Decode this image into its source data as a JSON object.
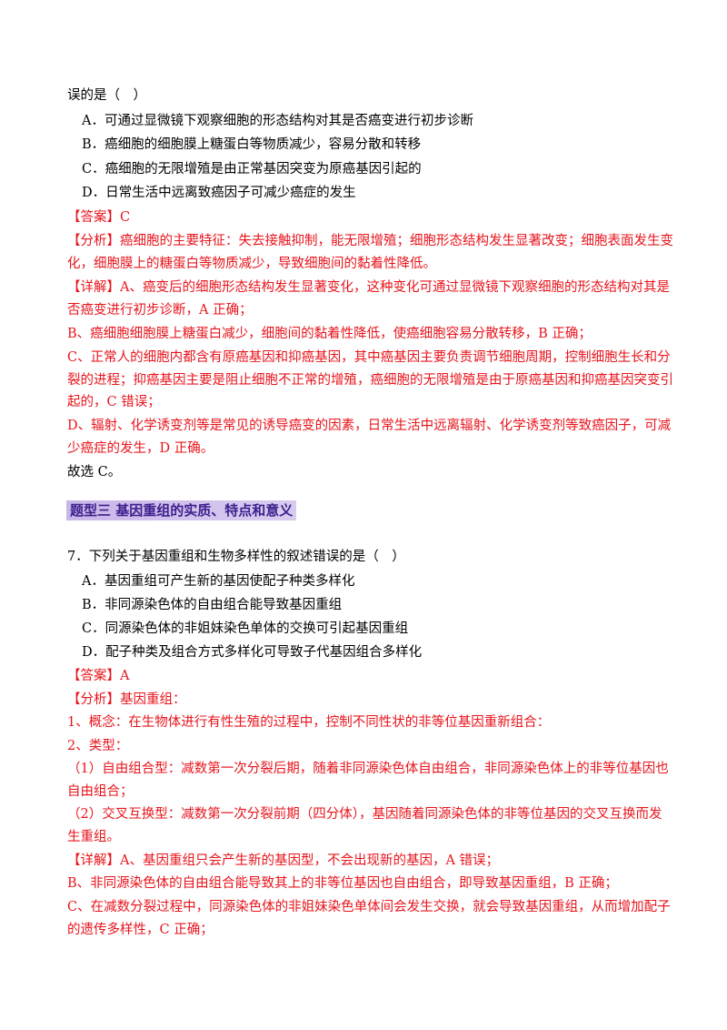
{
  "q6": {
    "stem_tail": "误的是（　）",
    "options": [
      "A．可通过显微镜下观察细胞的形态结构对其是否癌变进行初步诊断",
      "B．癌细胞的细胞膜上糖蛋白等物质减少，容易分散和转移",
      "C．癌细胞的无限增殖是由正常基因突变为原癌基因引起的",
      "D．日常生活中远离致癌因子可减少癌症的发生"
    ],
    "answer": "【答案】C",
    "analysis": [
      "【分析】癌细胞的主要特征：失去接触抑制，能无限增殖；细胞形态结构发生显著改变；细胞表面发生变",
      "化，细胞膜上的糖蛋白等物质减少，导致细胞间的黏着性降低。"
    ],
    "detail": [
      "【详解】A、癌变后的细胞形态结构发生显著变化，这种变化可通过显微镜下观察细胞的形态结构对其是",
      "否癌变进行初步诊断，A 正确；",
      "B、癌细胞细胞膜上糖蛋白减少，细胞间的黏着性降低，使癌细胞容易分散转移，B 正确；",
      "C、正常人的细胞内都含有原癌基因和抑癌基因，其中癌基因主要负责调节细胞周期，控制细胞生长和分",
      "裂的进程；抑癌基因主要是阻止细胞不正常的增殖，癌细胞的无限增殖是由于原癌基因和抑癌基因突变引",
      "起的，C 错误；",
      "D、辐射、化学诱变剂等是常见的诱导癌变的因素，日常生活中远离辐射、化学诱变剂等致癌因子，可减",
      "少癌症的发生，D 正确。"
    ],
    "conclusion": "故选 C。"
  },
  "section_title": "题型三  基因重组的实质、特点和意义",
  "q7": {
    "stem": "7．下列关于基因重组和生物多样性的叙述错误的是（　）",
    "options": [
      "A．基因重组可产生新的基因使配子种类多样化",
      "B．非同源染色体的自由组合能导致基因重组",
      "C．同源染色体的非姐妹染色单体的交换可引起基因重组",
      "D．配子种类及组合方式多样化可导致子代基因组合多样化"
    ],
    "answer": "【答案】A",
    "analysis": [
      "【分析】基因重组：",
      "1、概念：在生物体进行有性生殖的过程中，控制不同性状的非等位基因重新组合：",
      "2、类型：",
      "（1）自由组合型：减数第一次分裂后期，随着非同源染色体自由组合，非同源染色体上的非等位基因也",
      "自由组合；",
      "（2）交叉互换型：减数第一次分裂前期（四分体），基因随着同源染色体的非等位基因的交叉互换而发",
      "生重组。"
    ],
    "detail": [
      "【详解】A、基因重组只会产生新的基因型，不会出现新的基因，A 错误；",
      "B、非同源染色体的自由组合能导致其上的非等位基因也自由组合，即导致基因重组，B 正确；",
      "C、在减数分裂过程中，同源染色体的非姐妹染色单体间会发生交换，就会导致基因重组，从而增加配子",
      "的遗传多样性，C 正确；"
    ]
  }
}
